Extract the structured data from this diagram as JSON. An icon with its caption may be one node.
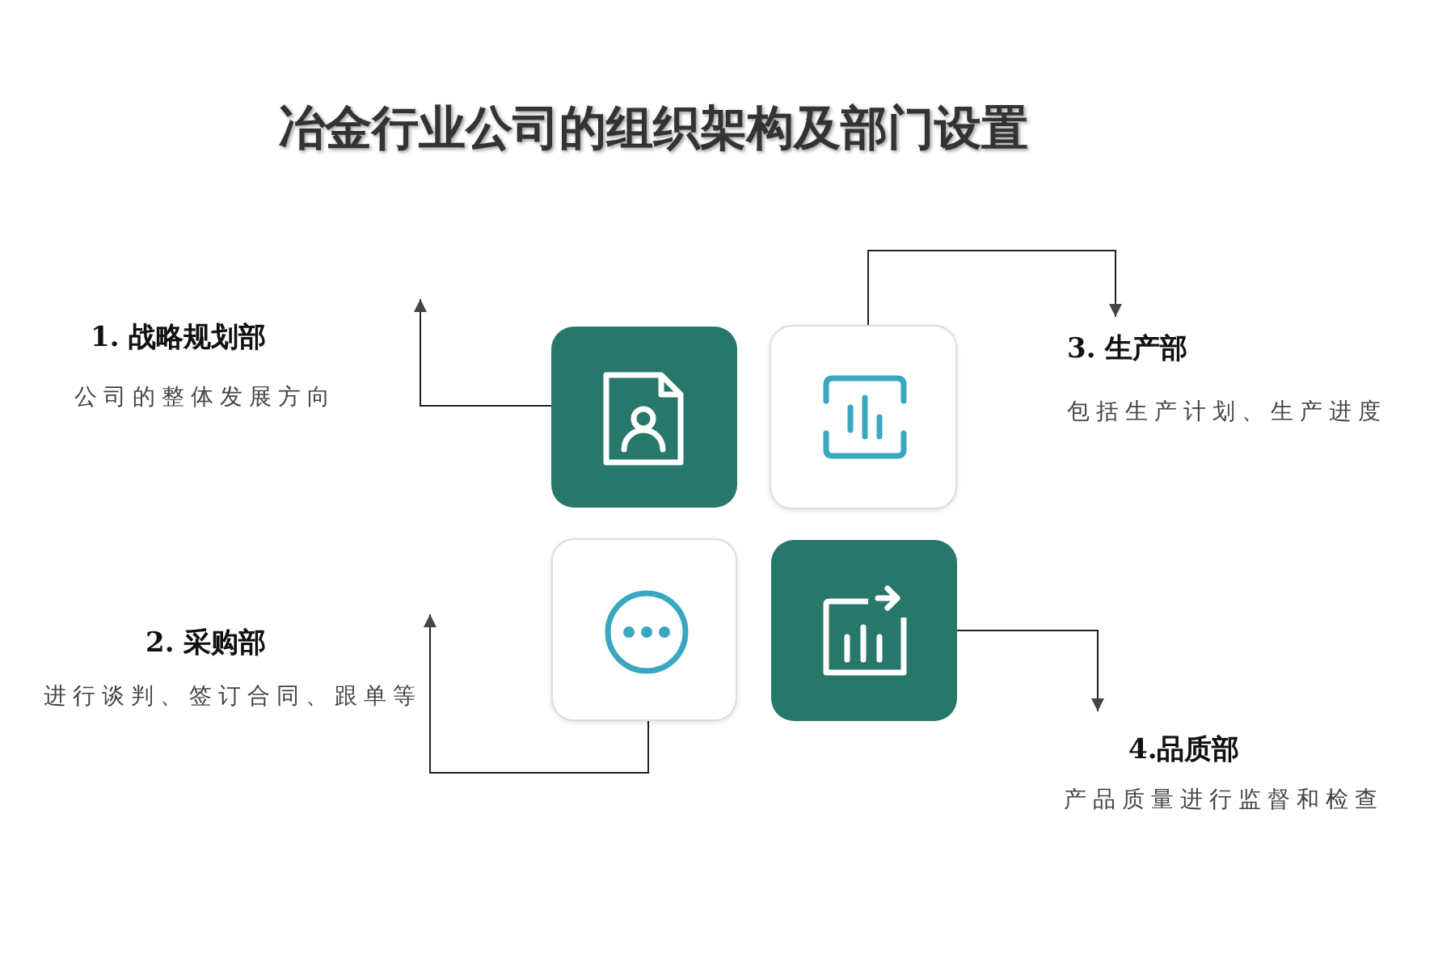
{
  "diagram": {
    "title": "冶金行业公司的组织架构及部门设置",
    "nodes": [
      {
        "text": [
          "1. 战略规划部",
          "公司的整体发展方向"
        ]
      },
      {
        "text": [],
        "shape": "box"
      },
      {
        "text": [],
        "shape": "box"
      },
      {
        "text": [
          "3. 生产部",
          "包括生产计划、生产进度"
        ]
      },
      {
        "text": [
          "2. 采购部",
          "进行谈判、签订合同、跟单等"
        ]
      },
      {
        "text": [],
        "shape": "box"
      },
      {
        "text": [],
        "shape": "box"
      },
      {
        "text": [
          "4.品质部",
          "产品质量进行监督和检查"
        ]
      }
    ],
    "edges": [
      {
        "from": 1,
        "to": 0,
        "arrow": "to"
      },
      {
        "from": 2,
        "to": 3,
        "arrow": "to"
      },
      {
        "from": 5,
        "to": 4,
        "arrow": "to"
      },
      {
        "from": 6,
        "to": 7,
        "arrow": "to"
      }
    ]
  }
}
